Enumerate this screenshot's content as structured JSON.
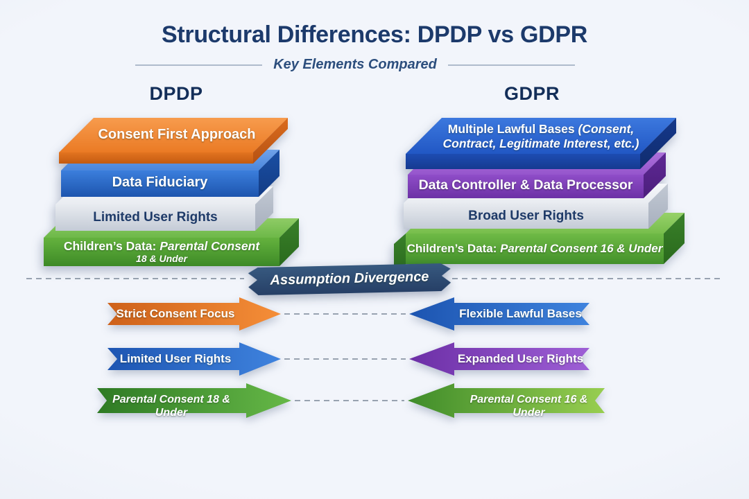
{
  "header": {
    "title": "Structural Differences: DPDP vs GDPR",
    "subtitle": "Key Elements Compared"
  },
  "stacks": {
    "dpdp": {
      "heading": "DPDP",
      "layers": [
        {
          "label": "Consent First Approach",
          "color": "#E8751F"
        },
        {
          "label": "Data Fiduciary",
          "color": "#2268C8"
        },
        {
          "label": "Limited User Rights",
          "color": "#DDE2E9"
        },
        {
          "label_prefix": "Children’s Data: ",
          "label_italic": "Parental Consent",
          "label_line2": "18 & Under",
          "color": "#4E9A30"
        }
      ]
    },
    "gdpr": {
      "heading": "GDPR",
      "layers": [
        {
          "line1_prefix": "Multiple Lawful Bases ",
          "line1_italic": "(Consent,",
          "line2_italic": "Contract, Legitimate Interest, etc.)",
          "color": "#1D4CB2"
        },
        {
          "label": "Data Controller & Data Processor",
          "color": "#8F4DC8"
        },
        {
          "label": "Broad User Rights",
          "color": "#DDE2E9"
        },
        {
          "label_prefix": "Children’s Data: ",
          "label_italic": "Parental Consent 16 & Under",
          "color": "#4E9A30"
        }
      ]
    }
  },
  "divider": {
    "banner_label": "Assumption Divergence",
    "color": "#2F4E7E"
  },
  "arrows": {
    "dpdp": [
      {
        "label": "Strict Consent Focus",
        "color": "#E8751F"
      },
      {
        "label": "Limited User Rights",
        "color": "#2268C8"
      },
      {
        "label": "Parental Consent 18 & Under",
        "color": "#4E9A30"
      }
    ],
    "gdpr": [
      {
        "label": "Flexible Lawful Bases",
        "color": "#2268C8"
      },
      {
        "label": "Expanded User Rights",
        "color": "#8F4DC8"
      },
      {
        "label": "Parental Consent 16 & Under",
        "color": "#6FBA46"
      }
    ]
  }
}
